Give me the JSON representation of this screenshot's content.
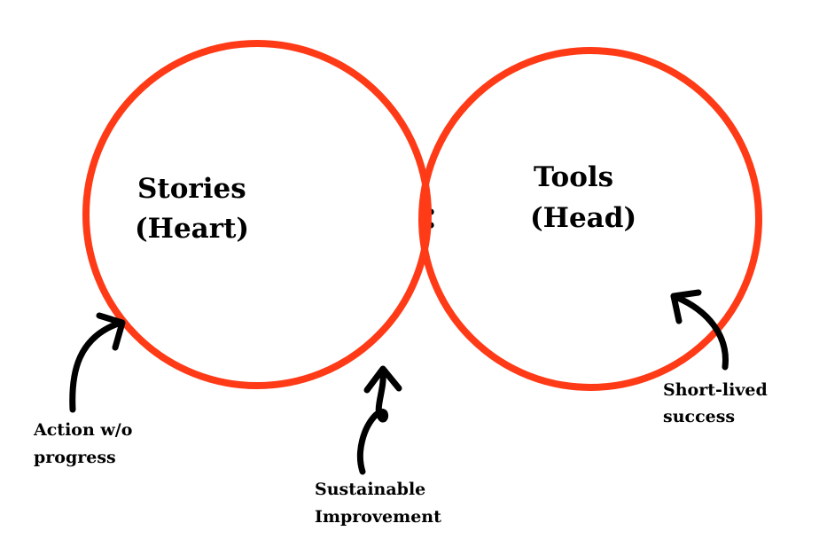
{
  "colors": {
    "circle_stroke": "#ff3a17",
    "hatch": "#000000",
    "text": "#000000",
    "background": "#ffffff"
  },
  "left_circle": {
    "line1": "Stories",
    "line2": "(Heart)"
  },
  "right_circle": {
    "line1": "Tools",
    "line2": "(Head)"
  },
  "annotations": {
    "left": {
      "line1": "Action w/o",
      "line2": "progress"
    },
    "center": {
      "line1": "Sustainable",
      "line2": "Improvement"
    },
    "right": {
      "line1": "Short-lived",
      "line2": "success"
    }
  },
  "icons": {
    "left_arrow": "curved-arrow-icon",
    "center_arrow": "squiggle-arrow-icon",
    "right_arrow": "curved-arrow-icon"
  }
}
